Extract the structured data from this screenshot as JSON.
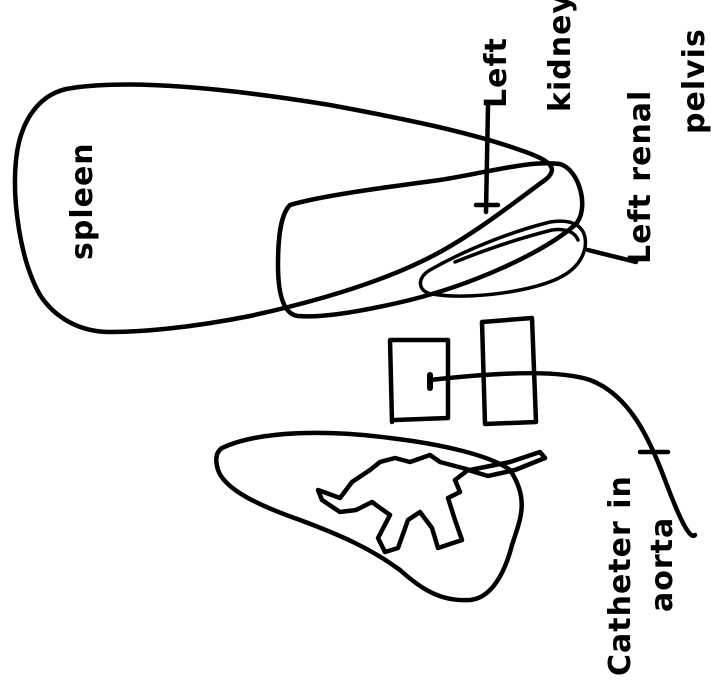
{
  "labels": {
    "spleen": "spleen",
    "left_kidney_line1": "Left",
    "left_kidney_line2": "kidney",
    "left_renal_pelvis_line1": "Left renal",
    "left_renal_pelvis_line2": "pelvis",
    "catheter_line1": "Catheter in",
    "catheter_line2": "aorta"
  },
  "colors": {
    "ink": "#000000",
    "paper": "#ffffff"
  }
}
